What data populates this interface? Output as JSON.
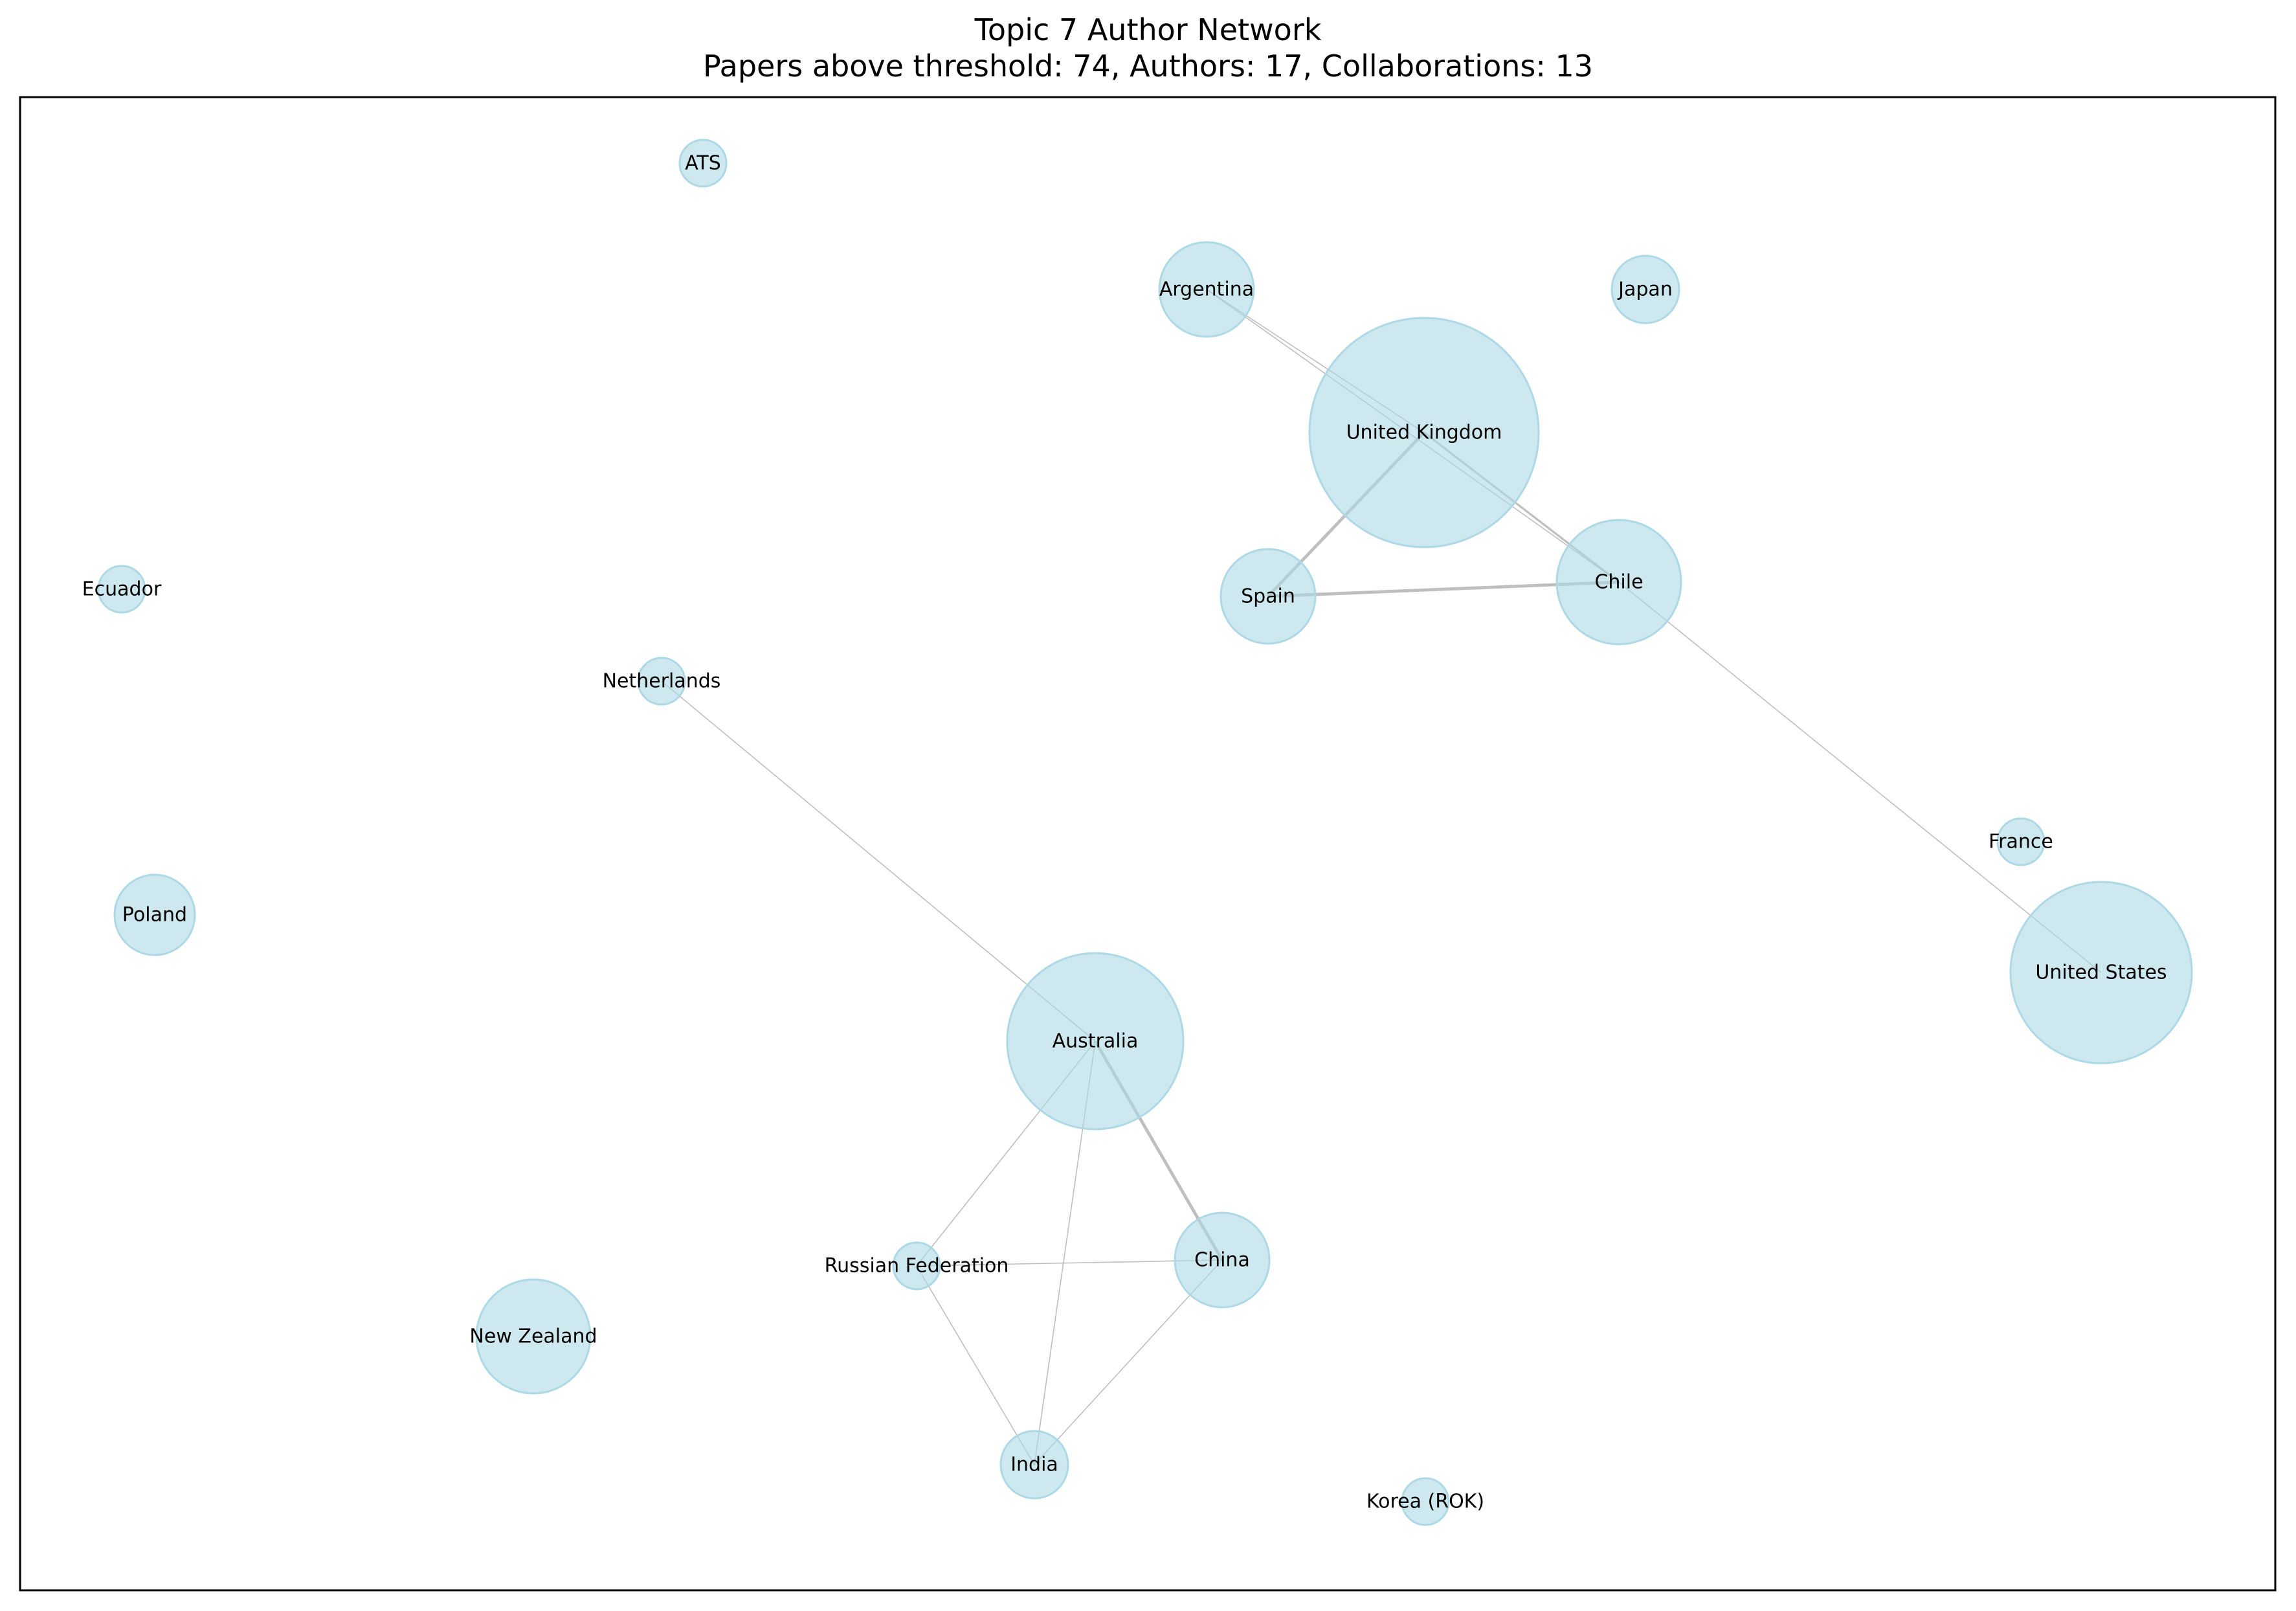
{
  "title": {
    "line1": "Topic 7 Author Network",
    "line2": "Papers above threshold: 74, Authors: 17, Collaborations: 13"
  },
  "colors": {
    "node_fill": "#add8e6",
    "edge": "#a9a9a9",
    "frame": "#000000"
  },
  "nodes": [
    {
      "id": "ats",
      "label": "ATS"
    },
    {
      "id": "argentina",
      "label": "Argentina"
    },
    {
      "id": "japan",
      "label": "Japan"
    },
    {
      "id": "united-kingdom",
      "label": "United Kingdom"
    },
    {
      "id": "ecuador",
      "label": "Ecuador"
    },
    {
      "id": "spain",
      "label": "Spain"
    },
    {
      "id": "chile",
      "label": "Chile"
    },
    {
      "id": "netherlands",
      "label": "Netherlands"
    },
    {
      "id": "france",
      "label": "France"
    },
    {
      "id": "poland",
      "label": "Poland"
    },
    {
      "id": "united-states",
      "label": "United States"
    },
    {
      "id": "australia",
      "label": "Australia"
    },
    {
      "id": "russian-federation",
      "label": "Russian Federation"
    },
    {
      "id": "china",
      "label": "China"
    },
    {
      "id": "new-zealand",
      "label": "New Zealand"
    },
    {
      "id": "india",
      "label": "India"
    },
    {
      "id": "korea-rok",
      "label": "Korea (ROK)"
    }
  ],
  "edges": [
    {
      "source": "united-kingdom",
      "target": "spain",
      "weight": 3
    },
    {
      "source": "spain",
      "target": "chile",
      "weight": 3
    },
    {
      "source": "united-kingdom",
      "target": "chile",
      "weight": 2
    },
    {
      "source": "argentina",
      "target": "united-kingdom",
      "weight": 1
    },
    {
      "source": "argentina",
      "target": "chile",
      "weight": 1
    },
    {
      "source": "chile",
      "target": "united-states",
      "weight": 1
    },
    {
      "source": "netherlands",
      "target": "australia",
      "weight": 1
    },
    {
      "source": "australia",
      "target": "china",
      "weight": 3
    },
    {
      "source": "australia",
      "target": "russian-federation",
      "weight": 1
    },
    {
      "source": "australia",
      "target": "india",
      "weight": 1
    },
    {
      "source": "russian-federation",
      "target": "china",
      "weight": 1
    },
    {
      "source": "russian-federation",
      "target": "india",
      "weight": 1
    },
    {
      "source": "china",
      "target": "india",
      "weight": 1
    }
  ]
}
